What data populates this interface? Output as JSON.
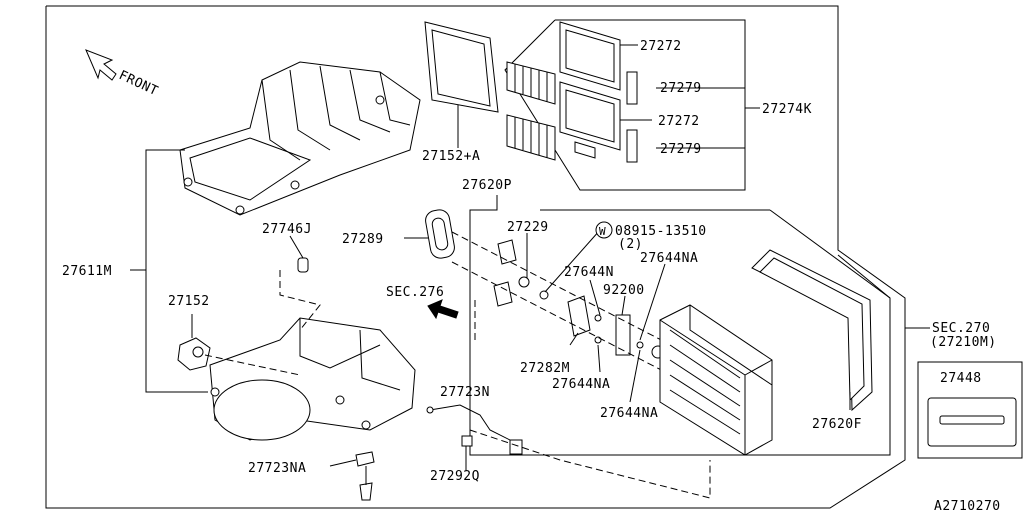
{
  "diagram": {
    "front_label": "FRONT",
    "diagram_id": "A2710270",
    "parts": {
      "p27272_top": "27272",
      "p27279_top": "27279",
      "p27274K": "27274K",
      "p27272_mid": "27272",
      "p27279_mid": "27279",
      "p27152A": "27152+A",
      "p27620P": "27620P",
      "p27746J": "27746J",
      "p27229": "27229",
      "p08915": "08915-13510",
      "p08915_qty": "(2)",
      "p27289": "27289",
      "p27611M": "27611M",
      "p27644N": "27644N",
      "p27644NA_top": "27644NA",
      "p27152": "27152",
      "sec276": "SEC.276",
      "p92200": "92200",
      "sec270": "SEC.270",
      "sec270_sub": "(27210M)",
      "p27282M": "27282M",
      "p27644NA_mid": "27644NA",
      "p27448": "27448",
      "p27644NA_bot": "27644NA",
      "p27620F": "27620F",
      "p27723N": "27723N",
      "p27723NA": "27723NA",
      "p27292Q": "27292Q"
    },
    "circle_mark": "W"
  }
}
